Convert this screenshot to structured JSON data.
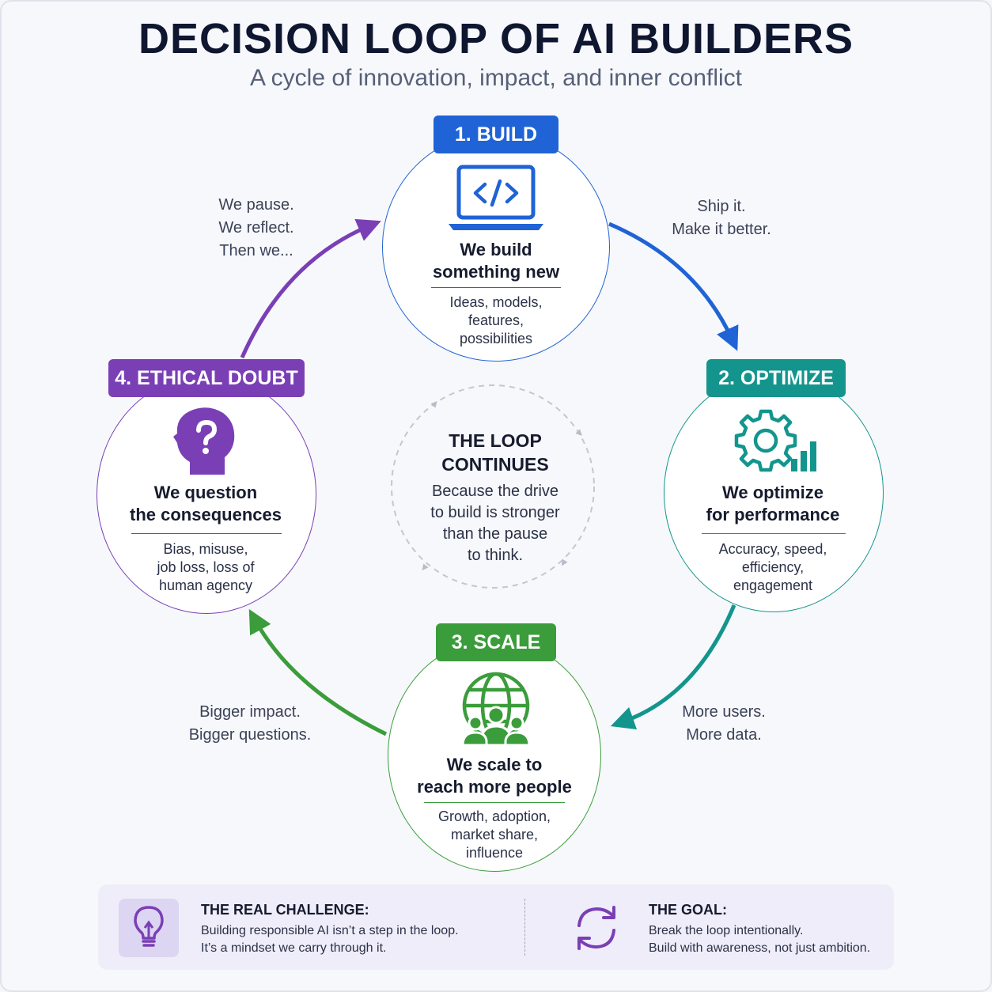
{
  "header": {
    "title": "DECISION LOOP OF AI BUILDERS",
    "subtitle": "A cycle of innovation, impact, and inner conflict"
  },
  "colors": {
    "build": "#1f63d6",
    "optimize": "#13958d",
    "scale": "#3b9c3b",
    "doubt": "#7a3fb5",
    "loop_arrows": "#b7bcc8"
  },
  "nodes": {
    "build": {
      "badge": "1. BUILD",
      "icon": "laptop-code-icon",
      "title_lines": [
        "We build",
        "something new"
      ],
      "desc_lines": [
        "Ideas, models,",
        "features,",
        "possibilities"
      ]
    },
    "optimize": {
      "badge": "2. OPTIMIZE",
      "icon": "gear-chart-icon",
      "title_lines": [
        "We optimize",
        "for performance"
      ],
      "desc_lines": [
        "Accuracy, speed,",
        "efficiency,",
        "engagement"
      ]
    },
    "scale": {
      "badge": "3. SCALE",
      "icon": "globe-people-icon",
      "title_lines": [
        "We scale to",
        "reach more people"
      ],
      "desc_lines": [
        "Growth, adoption,",
        "market share,",
        "influence"
      ]
    },
    "doubt": {
      "badge": "4. ETHICAL DOUBT",
      "icon": "head-question-icon",
      "title_lines": [
        "We question",
        "the consequences"
      ],
      "desc_lines": [
        "Bias, misuse,",
        "job loss, loss of",
        "human agency"
      ]
    }
  },
  "transitions": {
    "build_to_optimize": [
      "Ship it.",
      "Make it better."
    ],
    "optimize_to_scale": [
      "More users.",
      "More data."
    ],
    "scale_to_doubt": [
      "Bigger impact.",
      "Bigger questions."
    ],
    "doubt_to_build": [
      "We pause.",
      "We reflect.",
      "Then we..."
    ]
  },
  "center": {
    "title_lines": [
      "THE LOOP",
      "CONTINUES"
    ],
    "desc_lines": [
      "Because the drive",
      "to build is stronger",
      "than the pause",
      "to think."
    ]
  },
  "footer": {
    "challenge": {
      "icon": "lightbulb-icon",
      "heading": "THE REAL CHALLENGE:",
      "lines": [
        "Building responsible AI isn’t a step in the loop.",
        "It’s a mindset we carry through it."
      ]
    },
    "goal": {
      "icon": "refresh-cycle-icon",
      "heading": "THE GOAL:",
      "lines": [
        "Break the loop intentionally.",
        "Build with awareness, not just ambition."
      ]
    }
  }
}
